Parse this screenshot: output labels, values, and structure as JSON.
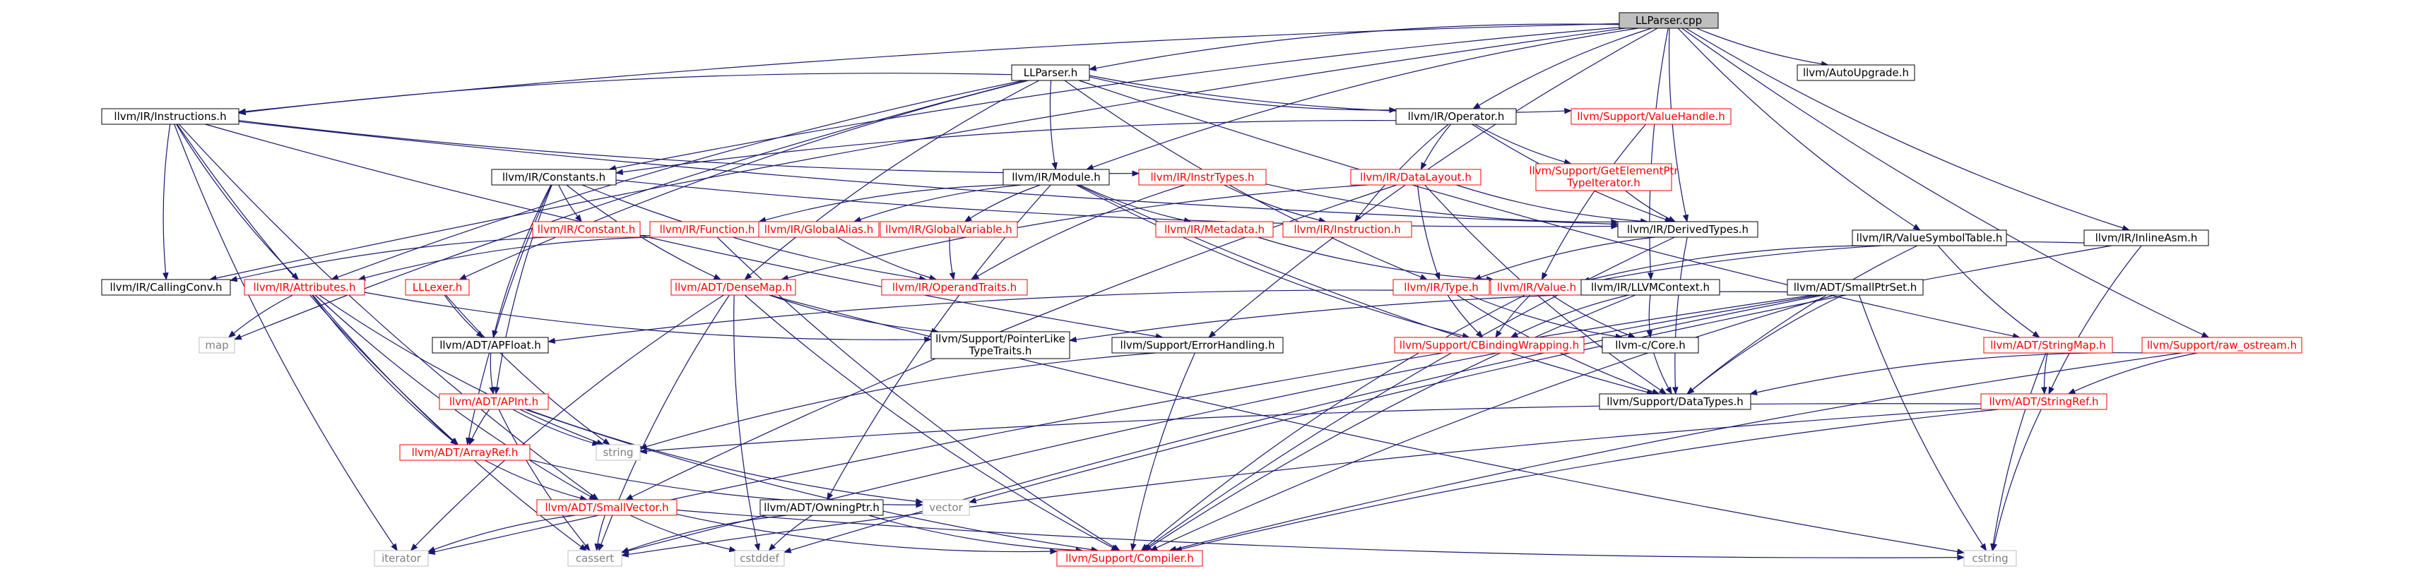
{
  "colors": {
    "edge": "#191970",
    "red_text": "#ff0000",
    "gray_text": "#808080",
    "black_text": "#000000",
    "node_fill": "#ffffff",
    "root_fill": "#bfbfbf",
    "box_border": "#000000",
    "red_border": "#ff0000",
    "gray_border": "#bfbfbf"
  },
  "nodes": [
    {
      "id": "llparser_cpp",
      "label": "LLParser.cpp",
      "style": "root"
    },
    {
      "id": "llparser_h",
      "label": "LLParser.h",
      "style": "black"
    },
    {
      "id": "autoupgrade",
      "label": "llvm/AutoUpgrade.h",
      "style": "black"
    },
    {
      "id": "instructions",
      "label": "llvm/IR/Instructions.h",
      "style": "black"
    },
    {
      "id": "operator",
      "label": "llvm/IR/Operator.h",
      "style": "black"
    },
    {
      "id": "valuehandle",
      "label": "llvm/Support/ValueHandle.h",
      "style": "red"
    },
    {
      "id": "constants",
      "label": "llvm/IR/Constants.h",
      "style": "black"
    },
    {
      "id": "module",
      "label": "llvm/IR/Module.h",
      "style": "black"
    },
    {
      "id": "instrtypes",
      "label": "llvm/IR/InstrTypes.h",
      "style": "red"
    },
    {
      "id": "datalayout",
      "label": "llvm/IR/DataLayout.h",
      "style": "red"
    },
    {
      "id": "gep_iter",
      "label": "llvm/Support/GetElementPtr TypeIterator.h",
      "style": "red"
    },
    {
      "id": "constant",
      "label": "llvm/IR/Constant.h",
      "style": "red"
    },
    {
      "id": "function",
      "label": "llvm/IR/Function.h",
      "style": "red"
    },
    {
      "id": "globalalias",
      "label": "llvm/IR/GlobalAlias.h",
      "style": "red"
    },
    {
      "id": "globalvariable",
      "label": "llvm/IR/GlobalVariable.h",
      "style": "red"
    },
    {
      "id": "metadata",
      "label": "llvm/IR/Metadata.h",
      "style": "red"
    },
    {
      "id": "instruction",
      "label": "llvm/IR/Instruction.h",
      "style": "red"
    },
    {
      "id": "derivedtypes",
      "label": "llvm/IR/DerivedTypes.h",
      "style": "black"
    },
    {
      "id": "valuesymtab",
      "label": "llvm/IR/ValueSymbolTable.h",
      "style": "black"
    },
    {
      "id": "inlineasm",
      "label": "llvm/IR/InlineAsm.h",
      "style": "black"
    },
    {
      "id": "callingconv",
      "label": "llvm/IR/CallingConv.h",
      "style": "black"
    },
    {
      "id": "attributes",
      "label": "llvm/IR/Attributes.h",
      "style": "red"
    },
    {
      "id": "lllexer",
      "label": "LLLexer.h",
      "style": "red"
    },
    {
      "id": "densemap",
      "label": "llvm/ADT/DenseMap.h",
      "style": "red"
    },
    {
      "id": "operandtraits",
      "label": "llvm/IR/OperandTraits.h",
      "style": "red"
    },
    {
      "id": "type",
      "label": "llvm/IR/Type.h",
      "style": "red"
    },
    {
      "id": "value",
      "label": "llvm/IR/Value.h",
      "style": "red"
    },
    {
      "id": "llvmcontext",
      "label": "llvm/IR/LLVMContext.h",
      "style": "black"
    },
    {
      "id": "smallptrset",
      "label": "llvm/ADT/SmallPtrSet.h",
      "style": "black"
    },
    {
      "id": "map",
      "label": "map",
      "style": "gray"
    },
    {
      "id": "apfloat",
      "label": "llvm/ADT/APFloat.h",
      "style": "black"
    },
    {
      "id": "pointerlike",
      "label": "llvm/Support/PointerLike TypeTraits.h",
      "style": "black"
    },
    {
      "id": "errorhandling",
      "label": "llvm/Support/ErrorHandling.h",
      "style": "black"
    },
    {
      "id": "cbinding",
      "label": "llvm/Support/CBindingWrapping.h",
      "style": "red"
    },
    {
      "id": "llvmc_core",
      "label": "llvm-c/Core.h",
      "style": "black"
    },
    {
      "id": "stringmap",
      "label": "llvm/ADT/StringMap.h",
      "style": "red"
    },
    {
      "id": "raw_ostream",
      "label": "llvm/Support/raw_ostream.h",
      "style": "red"
    },
    {
      "id": "apint",
      "label": "llvm/ADT/APInt.h",
      "style": "red"
    },
    {
      "id": "datatypes",
      "label": "llvm/Support/DataTypes.h",
      "style": "black"
    },
    {
      "id": "stringref",
      "label": "llvm/ADT/StringRef.h",
      "style": "red"
    },
    {
      "id": "string",
      "label": "string",
      "style": "gray"
    },
    {
      "id": "arrayref",
      "label": "llvm/ADT/ArrayRef.h",
      "style": "red"
    },
    {
      "id": "vector",
      "label": "vector",
      "style": "gray"
    },
    {
      "id": "smallvector",
      "label": "llvm/ADT/SmallVector.h",
      "style": "red"
    },
    {
      "id": "owningptr",
      "label": "llvm/ADT/OwningPtr.h",
      "style": "black"
    },
    {
      "id": "iterator",
      "label": "iterator",
      "style": "gray"
    },
    {
      "id": "cassert",
      "label": "cassert",
      "style": "gray"
    },
    {
      "id": "cstddef",
      "label": "cstddef",
      "style": "gray"
    },
    {
      "id": "compiler",
      "label": "llvm/Support/Compiler.h",
      "style": "red"
    },
    {
      "id": "cstring",
      "label": "cstring",
      "style": "gray"
    }
  ],
  "edges": [
    [
      "llparser_cpp",
      "llparser_h"
    ],
    [
      "llparser_cpp",
      "autoupgrade"
    ],
    [
      "llparser_cpp",
      "instructions"
    ],
    [
      "llparser_cpp",
      "operator"
    ],
    [
      "llparser_cpp",
      "constants"
    ],
    [
      "llparser_cpp",
      "module"
    ],
    [
      "llparser_cpp",
      "derivedtypes"
    ],
    [
      "llparser_cpp",
      "valuesymtab"
    ],
    [
      "llparser_cpp",
      "inlineasm"
    ],
    [
      "llparser_cpp",
      "callingconv"
    ],
    [
      "llparser_cpp",
      "raw_ostream"
    ],
    [
      "llparser_cpp",
      "llvmcontext"
    ],
    [
      "llparser_cpp",
      "errorhandling"
    ],
    [
      "llparser_h",
      "instructions"
    ],
    [
      "llparser_h",
      "operator"
    ],
    [
      "llparser_h",
      "valuehandle"
    ],
    [
      "llparser_h",
      "module"
    ],
    [
      "llparser_h",
      "attributes"
    ],
    [
      "llparser_h",
      "lllexer"
    ],
    [
      "llparser_h",
      "densemap"
    ],
    [
      "llparser_h",
      "stringmap"
    ],
    [
      "llparser_h",
      "map"
    ],
    [
      "llparser_h",
      "type"
    ],
    [
      "instructions",
      "attributes"
    ],
    [
      "instructions",
      "callingconv"
    ],
    [
      "instructions",
      "instrtypes"
    ],
    [
      "instructions",
      "derivedtypes"
    ],
    [
      "instructions",
      "arrayref"
    ],
    [
      "instructions",
      "smallvector"
    ],
    [
      "instructions",
      "iterator"
    ],
    [
      "instructions",
      "errorhandling"
    ],
    [
      "operator",
      "constants"
    ],
    [
      "operator",
      "instruction"
    ],
    [
      "operator",
      "derivedtypes"
    ],
    [
      "operator",
      "datalayout"
    ],
    [
      "operator",
      "gep_iter"
    ],
    [
      "valuehandle",
      "value"
    ],
    [
      "constants",
      "constant"
    ],
    [
      "constants",
      "operandtraits"
    ],
    [
      "constants",
      "apint"
    ],
    [
      "constants",
      "apfloat"
    ],
    [
      "constants",
      "arrayref"
    ],
    [
      "constants",
      "densemap"
    ],
    [
      "constants",
      "derivedtypes"
    ],
    [
      "module",
      "function"
    ],
    [
      "module",
      "globalalias"
    ],
    [
      "module",
      "globalvariable"
    ],
    [
      "module",
      "metadata"
    ],
    [
      "module",
      "owningptr"
    ],
    [
      "module",
      "datatypes"
    ],
    [
      "module",
      "cbinding"
    ],
    [
      "instrtypes",
      "instruction"
    ],
    [
      "instrtypes",
      "operandtraits"
    ],
    [
      "instrtypes",
      "derivedtypes"
    ],
    [
      "datalayout",
      "derivedtypes"
    ],
    [
      "datalayout",
      "type"
    ],
    [
      "datalayout",
      "densemap"
    ],
    [
      "datalayout",
      "smallvector"
    ],
    [
      "datalayout",
      "datatypes"
    ],
    [
      "gep_iter",
      "derivedtypes"
    ],
    [
      "function",
      "attributes"
    ],
    [
      "function",
      "callingconv"
    ],
    [
      "function",
      "compiler"
    ],
    [
      "globalalias",
      "operandtraits"
    ],
    [
      "globalvariable",
      "operandtraits"
    ],
    [
      "metadata",
      "value"
    ],
    [
      "derivedtypes",
      "type"
    ],
    [
      "derivedtypes",
      "datatypes"
    ],
    [
      "derivedtypes",
      "compiler"
    ],
    [
      "valuesymtab",
      "value"
    ],
    [
      "valuesymtab",
      "stringmap"
    ],
    [
      "valuesymtab",
      "datatypes"
    ],
    [
      "inlineasm",
      "value"
    ],
    [
      "inlineasm",
      "stringref"
    ],
    [
      "inlineasm",
      "vector"
    ],
    [
      "attributes",
      "arrayref"
    ],
    [
      "attributes",
      "pointerlike"
    ],
    [
      "attributes",
      "string"
    ],
    [
      "attributes",
      "map"
    ],
    [
      "attributes",
      "cassert"
    ],
    [
      "attributes",
      "smallvector"
    ],
    [
      "lllexer",
      "apfloat"
    ],
    [
      "lllexer",
      "string"
    ],
    [
      "densemap",
      "pointerlike"
    ],
    [
      "densemap",
      "compiler"
    ],
    [
      "densemap",
      "iterator"
    ],
    [
      "densemap",
      "cassert"
    ],
    [
      "densemap",
      "cstddef"
    ],
    [
      "densemap",
      "cstring"
    ],
    [
      "type",
      "cbinding"
    ],
    [
      "type",
      "llvmc_core"
    ],
    [
      "type",
      "datatypes"
    ],
    [
      "type",
      "apfloat"
    ],
    [
      "value",
      "cbinding"
    ],
    [
      "value",
      "llvmc_core"
    ],
    [
      "value",
      "compiler"
    ],
    [
      "llvmcontext",
      "cbinding"
    ],
    [
      "llvmcontext",
      "llvmc_core"
    ],
    [
      "llvmcontext",
      "compiler"
    ],
    [
      "smallptrset",
      "pointerlike"
    ],
    [
      "smallptrset",
      "datatypes"
    ],
    [
      "smallptrset",
      "compiler"
    ],
    [
      "smallptrset",
      "cassert"
    ],
    [
      "smallptrset",
      "cstddef"
    ],
    [
      "smallptrset",
      "cstring"
    ],
    [
      "smallptrset",
      "iterator"
    ],
    [
      "apfloat",
      "apint"
    ],
    [
      "errorhandling",
      "compiler"
    ],
    [
      "errorhandling",
      "string"
    ],
    [
      "llvmc_core",
      "datatypes"
    ],
    [
      "stringmap",
      "stringref"
    ],
    [
      "stringmap",
      "cstring"
    ],
    [
      "raw_ostream",
      "stringref"
    ],
    [
      "raw_ostream",
      "datatypes"
    ],
    [
      "raw_ostream",
      "compiler"
    ],
    [
      "apint",
      "arrayref"
    ],
    [
      "apint",
      "string"
    ],
    [
      "apint",
      "cassert"
    ],
    [
      "apint",
      "compiler"
    ],
    [
      "apint",
      "vector"
    ],
    [
      "stringref",
      "string"
    ],
    [
      "stringref",
      "cstring"
    ],
    [
      "stringref",
      "compiler"
    ],
    [
      "stringref",
      "cassert"
    ],
    [
      "arrayref",
      "smallvector"
    ],
    [
      "arrayref",
      "vector"
    ],
    [
      "smallvector",
      "compiler"
    ],
    [
      "smallvector",
      "iterator"
    ],
    [
      "smallvector",
      "cassert"
    ],
    [
      "smallvector",
      "cstddef"
    ],
    [
      "smallvector",
      "cstring"
    ],
    [
      "owningptr",
      "compiler"
    ],
    [
      "owningptr",
      "cassert"
    ],
    [
      "owningptr",
      "cstddef"
    ]
  ]
}
